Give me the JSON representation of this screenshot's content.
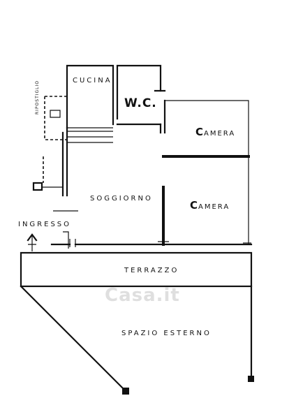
{
  "rooms": {
    "kitchen": "CUCINA",
    "wc": "W.C.",
    "closet": "RIPOSTIGLIO",
    "bedroom_1_initial": "C",
    "bedroom_1_rest": "AMERA",
    "bedroom_2_initial": "C",
    "bedroom_2_rest": "AMERA",
    "living": "SOGGIORNO",
    "entrance": "INGRESSO",
    "terrace": "TERRAZZO",
    "outdoor": "SPAZIO ESTERNO"
  },
  "watermark": "Casa.it"
}
